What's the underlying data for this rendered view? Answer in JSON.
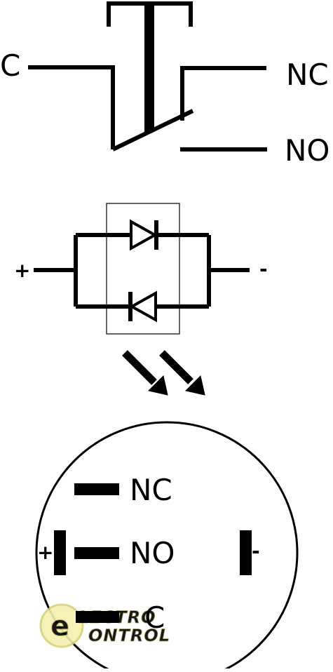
{
  "switch_symbol": {
    "common_label": "C",
    "nc_label": "NC",
    "no_label": "NO"
  },
  "led_symbol": {
    "plus_label": "+",
    "minus_label": "-"
  },
  "pin_diagram": {
    "nc_label": "NC",
    "no_label": "NO",
    "c_label": "C",
    "plus_label": "+",
    "minus_label": "-"
  },
  "watermark": {
    "line1": "LECTRO",
    "line2": "ONTROL"
  }
}
